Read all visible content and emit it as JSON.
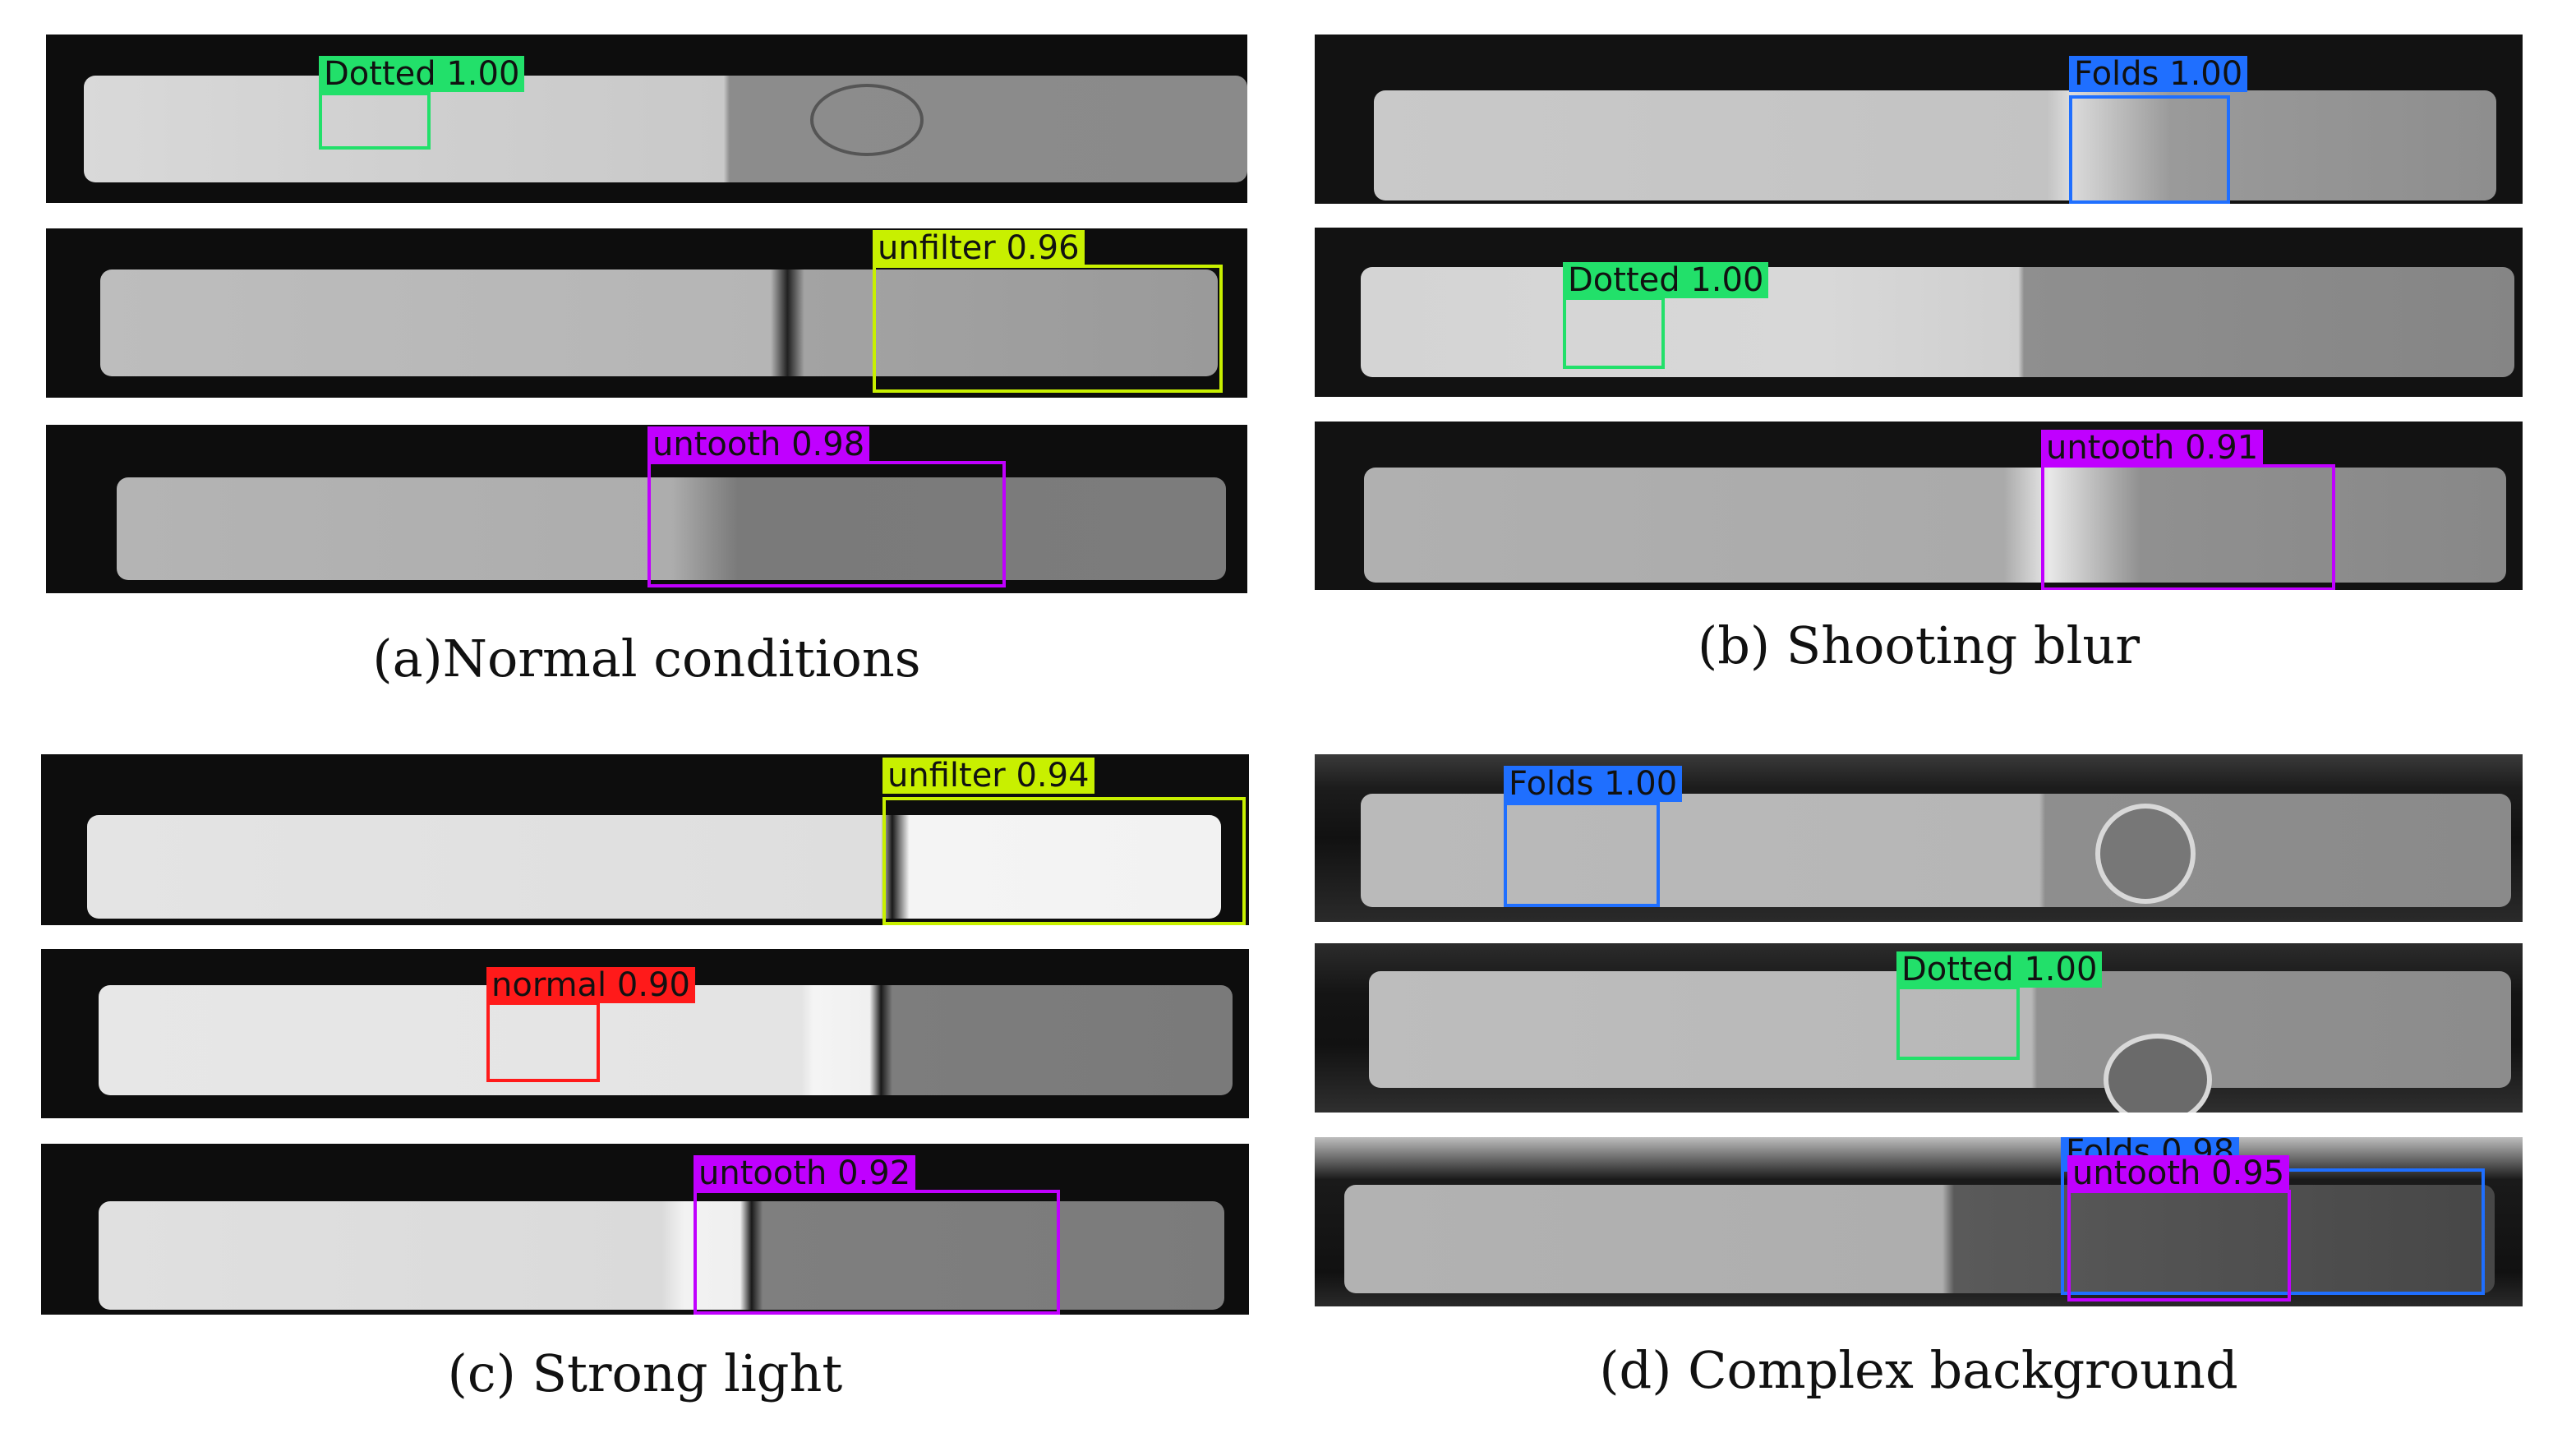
{
  "figure": {
    "captions": {
      "a": "(a)Normal conditions",
      "b": "(b) Shooting blur",
      "c": "(c) Strong light",
      "d": "(d) Complex background"
    },
    "detections": {
      "a1": "Dotted 1.00",
      "a2": "unfilter 0.96",
      "a3": "untooth 0.98",
      "b1": "Folds 1.00",
      "b2": "Dotted 1.00",
      "b3": "untooth 0.91",
      "c1": "unfilter 0.94",
      "c2": "normal 0.90",
      "c3": "untooth 0.92",
      "d1": "Folds 1.00",
      "d2": "Dotted 1.00",
      "d3a": "Folds 0.98",
      "d3b": "untooth 0.95"
    },
    "class_colors": {
      "Dotted": "#22e06a",
      "unfilter": "#c8f000",
      "untooth": "#c000ff",
      "Folds": "#1f6fff",
      "normal": "#ff1a1a"
    }
  }
}
